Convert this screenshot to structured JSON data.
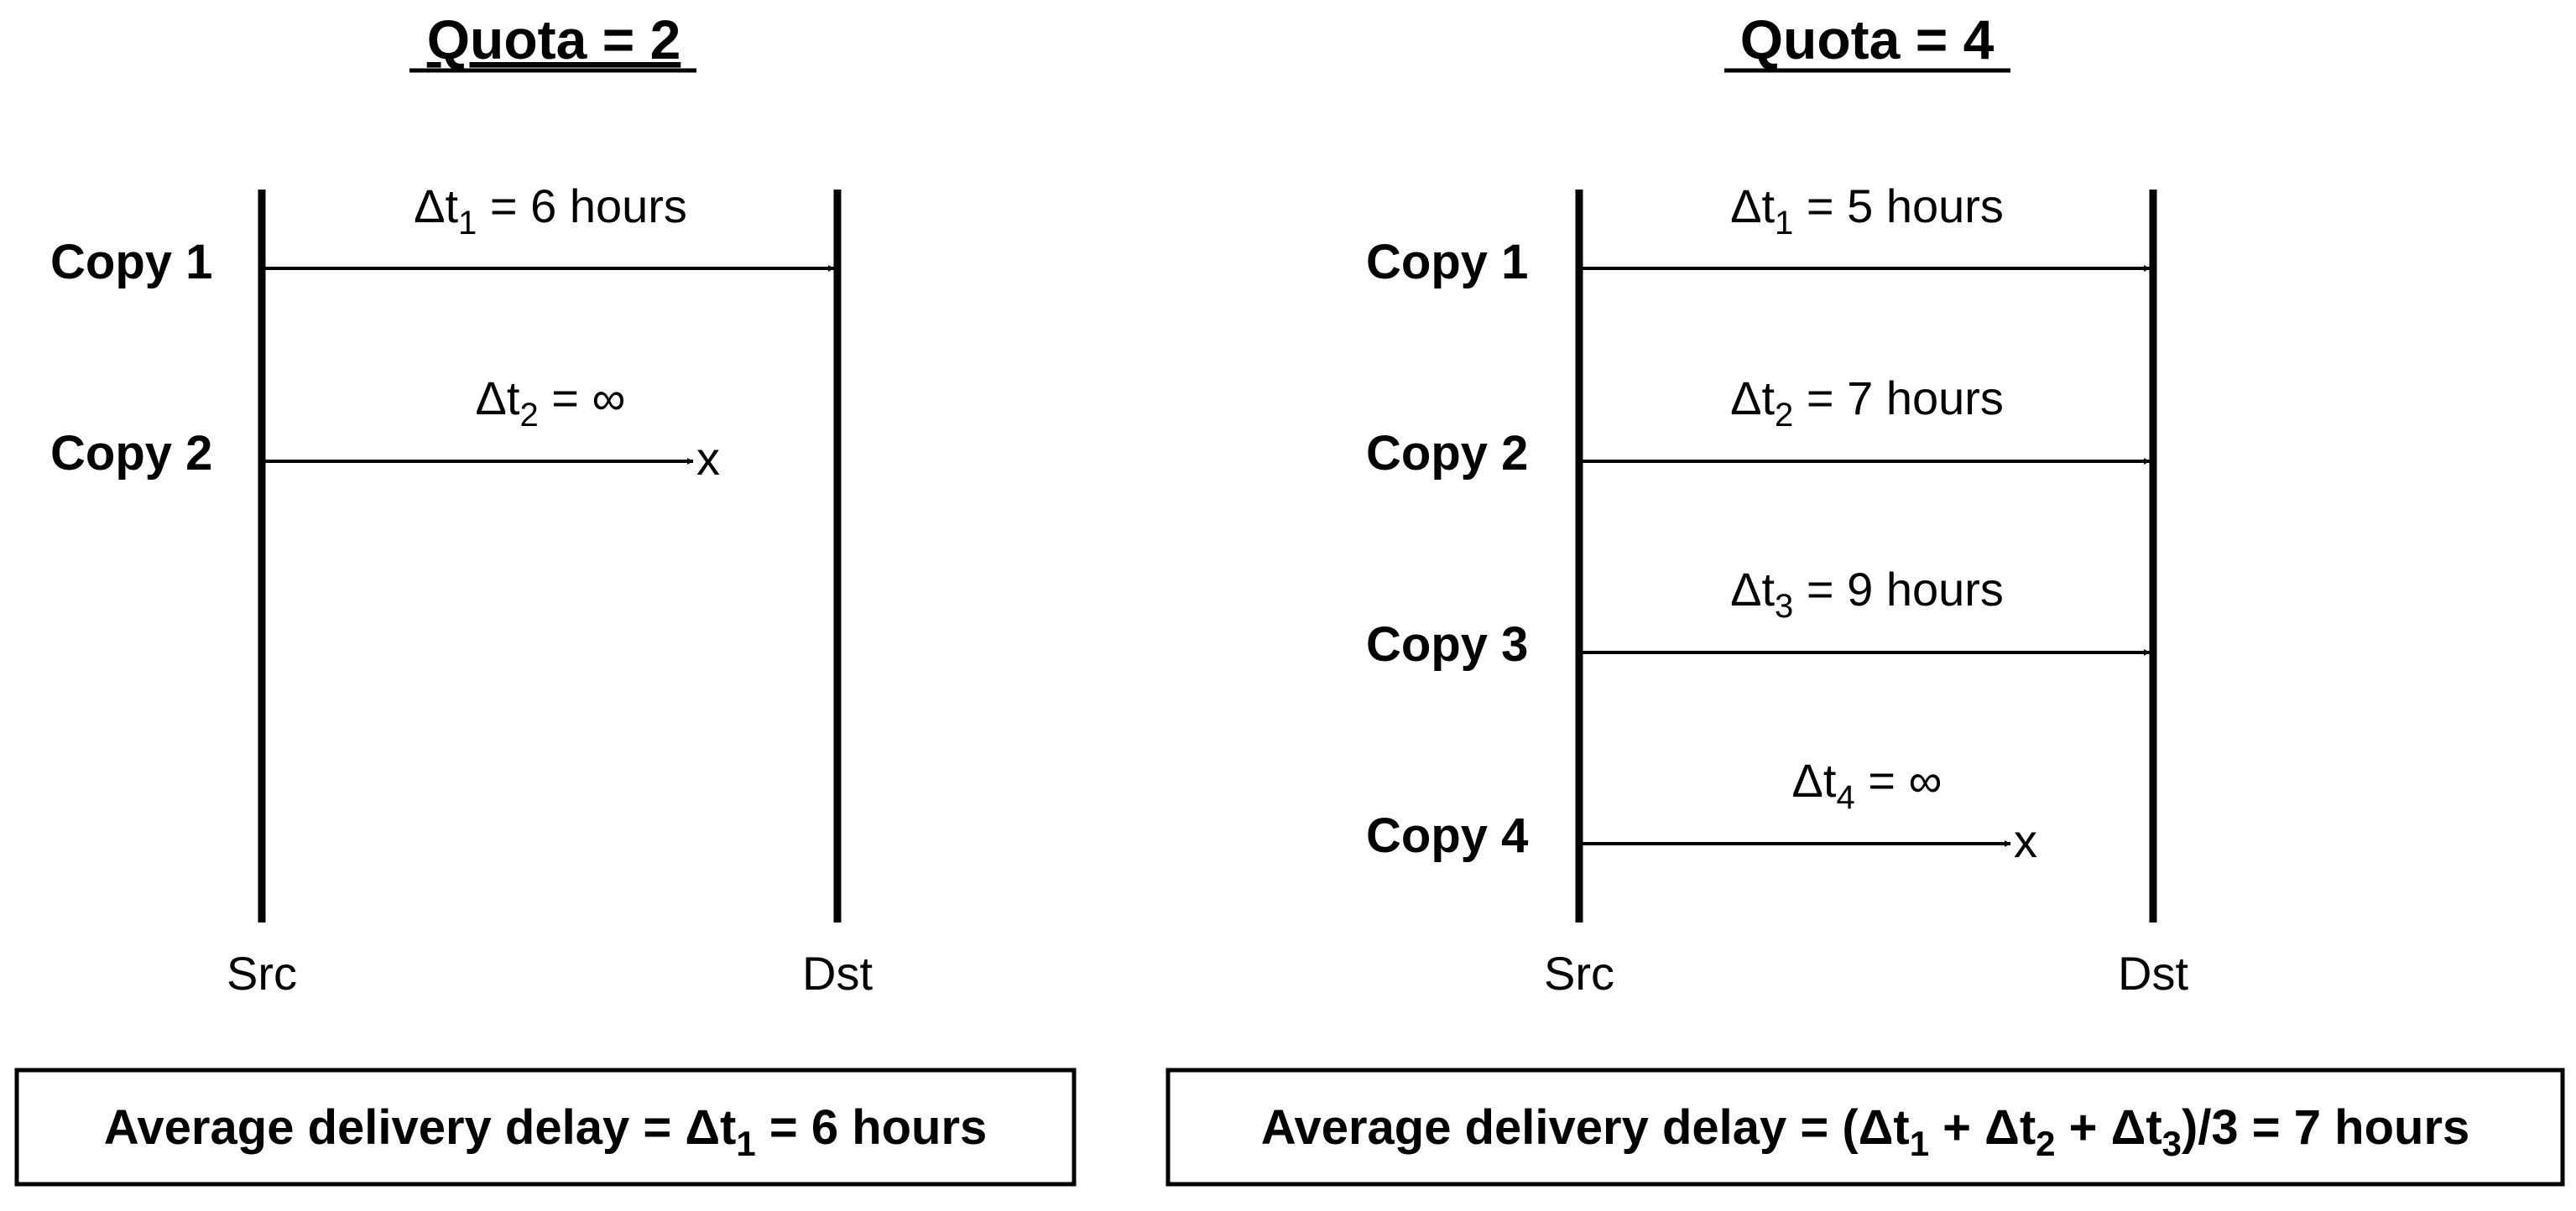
{
  "panels": [
    {
      "title": "Quota = 2",
      "src_label": "Src",
      "dst_label": "Dst",
      "copies": [
        {
          "label": "Copy 1",
          "delay_prefix": "Δt",
          "sub": "1",
          "delay_suffix": " = 6 hours",
          "delivered": true
        },
        {
          "label": "Copy 2",
          "delay_prefix": "Δt",
          "sub": "2",
          "delay_suffix": " = ∞",
          "delivered": false,
          "fail_mark": "x"
        }
      ],
      "summary": {
        "parts": [
          "Average delivery delay = Δt",
          "1",
          " = 6 hours"
        ]
      }
    },
    {
      "title": "Quota = 4",
      "src_label": "Src",
      "dst_label": "Dst",
      "copies": [
        {
          "label": "Copy 1",
          "delay_prefix": "Δt",
          "sub": "1",
          "delay_suffix": " = 5 hours",
          "delivered": true
        },
        {
          "label": "Copy 2",
          "delay_prefix": "Δt",
          "sub": "2",
          "delay_suffix": " = 7 hours",
          "delivered": true
        },
        {
          "label": "Copy 3",
          "delay_prefix": "Δt",
          "sub": "3",
          "delay_suffix": " = 9 hours",
          "delivered": true
        },
        {
          "label": "Copy 4",
          "delay_prefix": "Δt",
          "sub": "4",
          "delay_suffix": " = ∞",
          "delivered": false,
          "fail_mark": "x"
        }
      ],
      "summary": {
        "parts": [
          "Average delivery delay = (Δt",
          "1",
          " + Δt",
          "2",
          " + Δt",
          "3",
          ")/3 = 7 hours"
        ]
      }
    }
  ]
}
